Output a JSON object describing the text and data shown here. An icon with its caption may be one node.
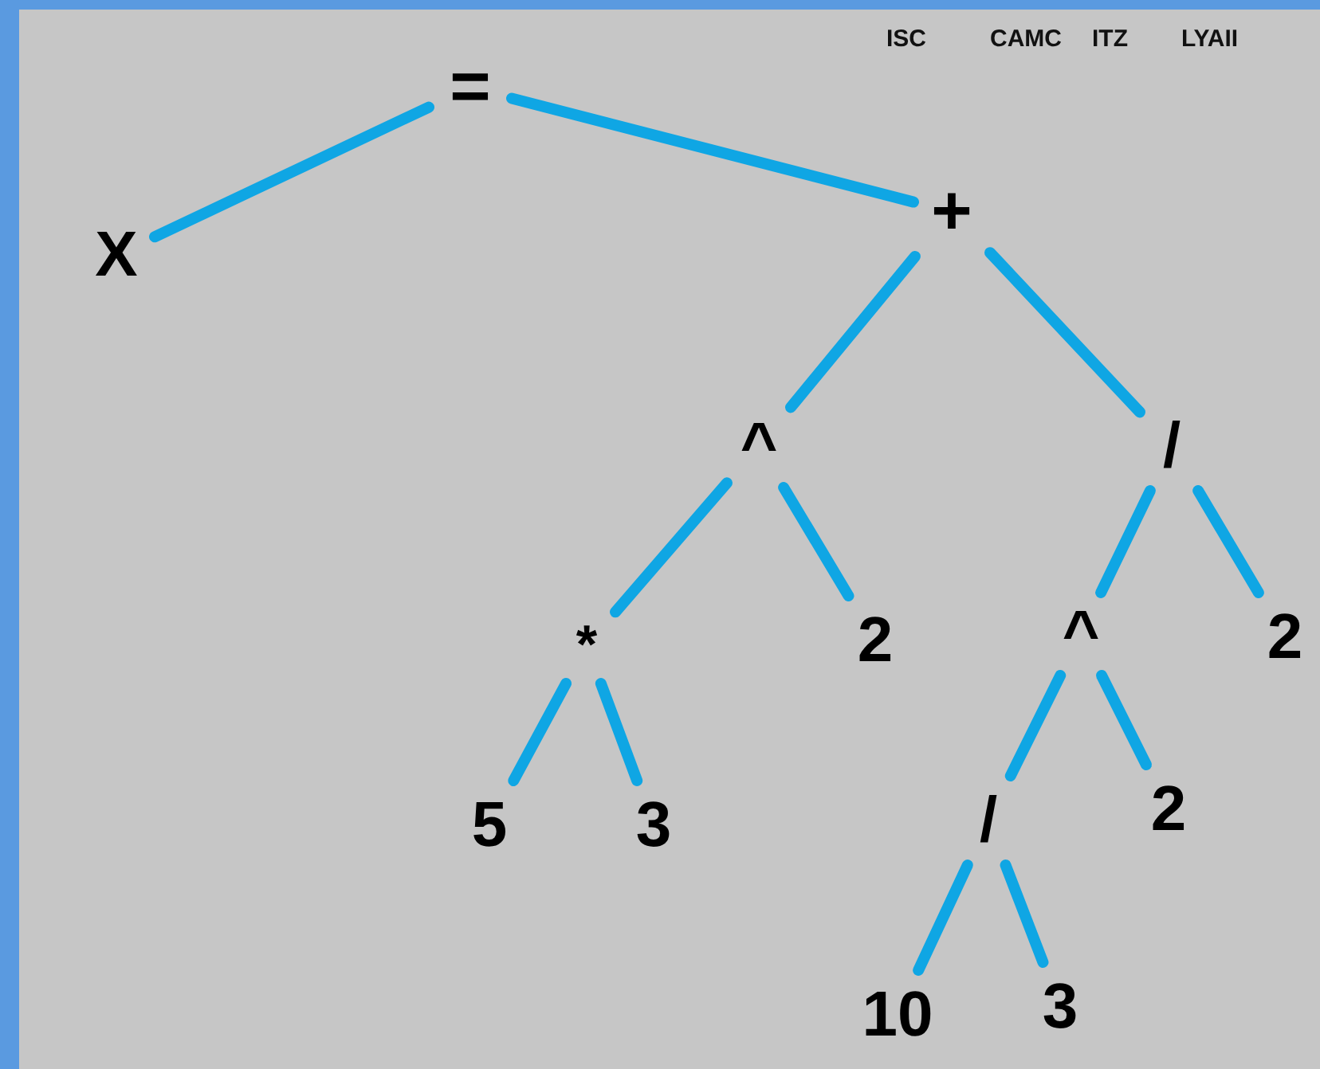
{
  "diagram": {
    "nodes": [
      {
        "text": [
          "="
        ]
      },
      {
        "text": [
          "X"
        ]
      },
      {
        "text": [
          "+"
        ]
      },
      {
        "text": [
          "^"
        ]
      },
      {
        "text": [
          "/"
        ]
      },
      {
        "text": [
          "*"
        ]
      },
      {
        "text": [
          "2"
        ]
      },
      {
        "text": [
          "^"
        ]
      },
      {
        "text": [
          "2"
        ]
      },
      {
        "text": [
          "5"
        ]
      },
      {
        "text": [
          "3"
        ]
      },
      {
        "text": [
          "/"
        ]
      },
      {
        "text": [
          "2"
        ]
      },
      {
        "text": [
          "10"
        ]
      },
      {
        "text": [
          "3"
        ]
      }
    ],
    "edges": [
      {
        "from": 0,
        "to": 1,
        "arrow": "none"
      },
      {
        "from": 0,
        "to": 2,
        "arrow": "none"
      },
      {
        "from": 2,
        "to": 3,
        "arrow": "none"
      },
      {
        "from": 2,
        "to": 4,
        "arrow": "none"
      },
      {
        "from": 3,
        "to": 5,
        "arrow": "none"
      },
      {
        "from": 3,
        "to": 6,
        "arrow": "none"
      },
      {
        "from": 4,
        "to": 7,
        "arrow": "none"
      },
      {
        "from": 4,
        "to": 8,
        "arrow": "none"
      },
      {
        "from": 5,
        "to": 9,
        "arrow": "none"
      },
      {
        "from": 5,
        "to": 10,
        "arrow": "none"
      },
      {
        "from": 7,
        "to": 11,
        "arrow": "none"
      },
      {
        "from": 7,
        "to": 12,
        "arrow": "none"
      },
      {
        "from": 11,
        "to": 13,
        "arrow": "none"
      },
      {
        "from": 11,
        "to": 14,
        "arrow": "none"
      }
    ],
    "labels": [
      "ISC",
      "CAMC",
      "ITZ",
      "LYAII"
    ]
  }
}
